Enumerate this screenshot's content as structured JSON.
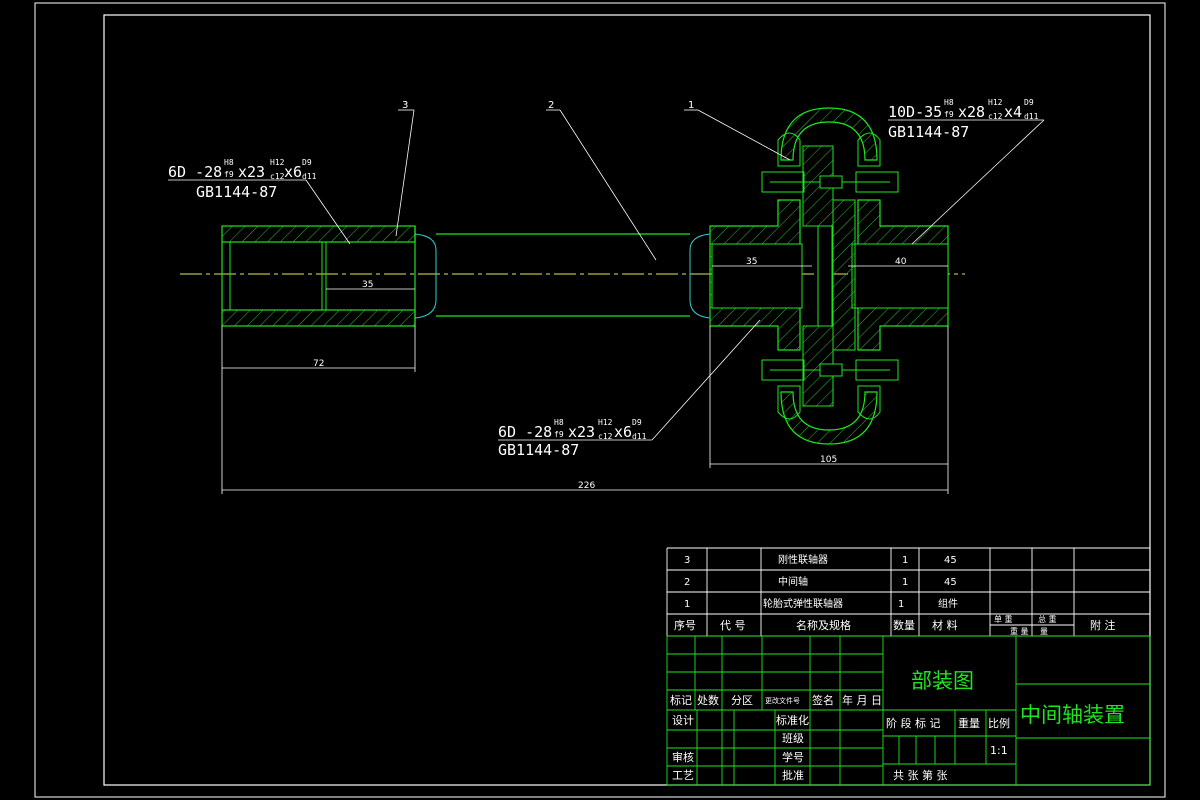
{
  "callouts": {
    "part_1": "1",
    "part_2": "2",
    "part_3": "3"
  },
  "spline_left": {
    "prefix": "6D -28",
    "f1_num": "H8",
    "f1_den": "f9",
    "mid": "x23",
    "f2_num": "H12",
    "f2_den": "c12",
    "mid2": "x6",
    "f3_num": "D9",
    "f3_den": "d11",
    "standard": "GB1144-87"
  },
  "spline_bottom": {
    "prefix": "6D -28",
    "f1_num": "H8",
    "f1_den": "f9",
    "mid": "x23",
    "f2_num": "H12",
    "f2_den": "c12",
    "mid2": "x6",
    "f3_num": "D9",
    "f3_den": "d11",
    "standard": "GB1144-87"
  },
  "spline_right": {
    "prefix": "10D-35",
    "f1_num": "H8",
    "f1_den": "f9",
    "mid": "x28",
    "f2_num": "H12",
    "f2_den": "c12",
    "mid2": "x4",
    "f3_num": "D9",
    "f3_den": "d11",
    "standard": "GB1144-87"
  },
  "dimensions": {
    "left_bore_depth": "35",
    "left_sleeve_length": "72",
    "coupling_left_depth": "35",
    "coupling_right_depth": "40",
    "coupling_length": "105",
    "overall_length": "226"
  },
  "parts_list": [
    {
      "no": "3",
      "code": "",
      "name": "刚性联轴器",
      "qty": "1",
      "material": "45",
      "unit_weight": "",
      "total_weight": "",
      "remark": ""
    },
    {
      "no": "2",
      "code": "",
      "name": "中间轴",
      "qty": "1",
      "material": "45",
      "unit_weight": "",
      "total_weight": "",
      "remark": ""
    },
    {
      "no": "1",
      "code": "",
      "name": "轮胎式弹性联轴器",
      "qty": "1",
      "material": "组件",
      "unit_weight": "",
      "total_weight": "",
      "remark": ""
    }
  ],
  "parts_header": {
    "no": "序号",
    "code": "代 号",
    "name": "名称及规格",
    "qty": "数量",
    "material": "材 料",
    "unit_weight": "单 重",
    "total_weight": "总 重",
    "weight_row2a": "重 量",
    "weight_row2b": "量",
    "remark": "附 注"
  },
  "title_block": {
    "drawing_type": "部装图",
    "drawing_name": "中间轴装置",
    "rev_mark": "标记",
    "rev_count": "处数",
    "rev_zone": "分区",
    "rev_doc": "更改文件号",
    "rev_sign": "签名",
    "rev_date": "年 月 日",
    "design": "设计",
    "standardize": "标准化",
    "check": "审核",
    "process": "工艺",
    "class_level": "班级",
    "student_no": "学号",
    "approve": "批准",
    "stage_mark": "阶 段 标 记",
    "weight": "重量",
    "scale_label": "比例",
    "scale_value": "1:1",
    "sheets": "共   张   第   张"
  }
}
